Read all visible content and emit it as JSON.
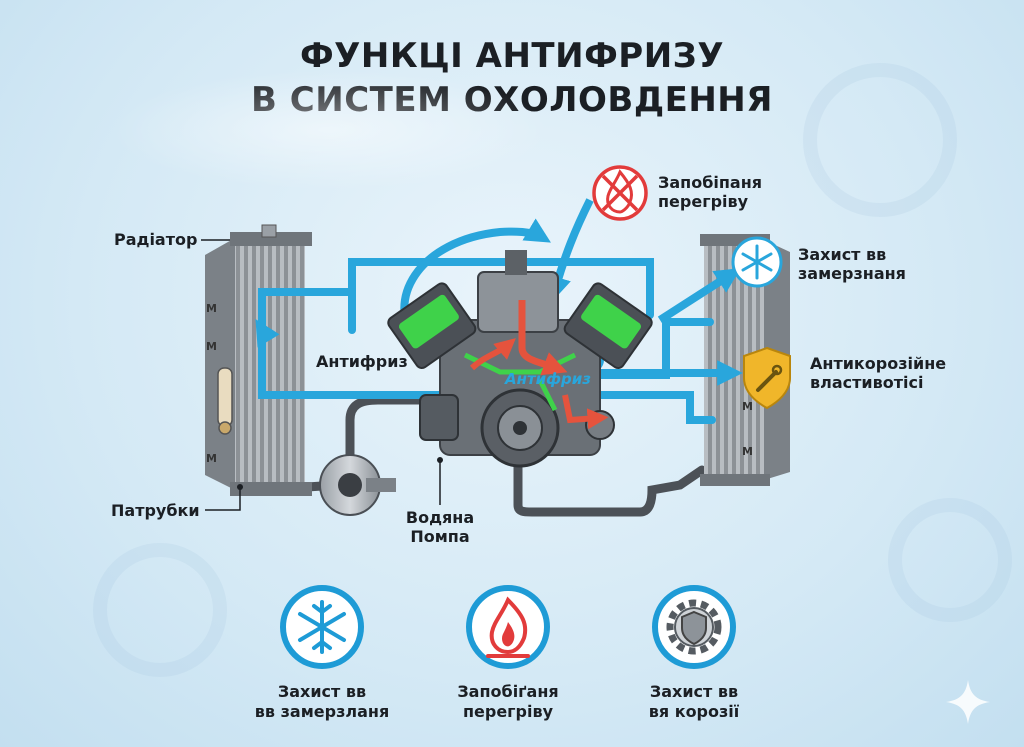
{
  "title": {
    "line1": "ФУНКЦІ АНТИФРИЗУ",
    "line2": "В СИСТЕМ ОХОЛОВДЕННЯ"
  },
  "labels": {
    "radiator": "Радіатор",
    "antifreeze": "Антифриз",
    "hoses": "Патрубки",
    "pump_line1": "Водяна",
    "pump_line2": "Помпа",
    "overheat_line1": "Запобіпаня",
    "overheat_line2": "перегріву",
    "freeze_line1": "Захист вв",
    "freeze_line2": "замерзнаня",
    "corrosion_line1": "Антикорозійне",
    "corrosion_line2": "властивотісі",
    "engine_text": "Антифриз"
  },
  "bottom": [
    {
      "icon": "snowflake-icon",
      "line1": "Захист вв",
      "line2": "вв замерзланя"
    },
    {
      "icon": "flame-icon",
      "line1": "Запобіґаня",
      "line2": "перегріву"
    },
    {
      "icon": "gear-shield-icon",
      "line1": "Захист вв",
      "line2": "вя корозії"
    }
  ],
  "colors": {
    "flow": "#29a6dc",
    "hot": "#e5533d",
    "bottom_ring": "#1e9bd6",
    "shield": "#f0b62a"
  }
}
